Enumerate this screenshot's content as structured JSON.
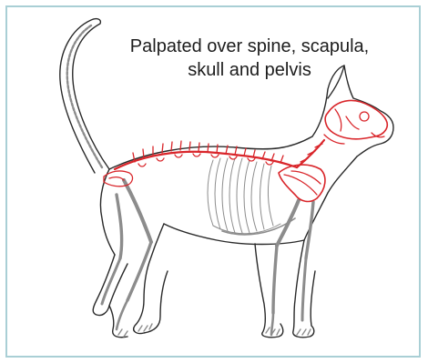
{
  "figure": {
    "caption_lines": [
      "Palpated over spine, scapula,",
      "skull and pelvis"
    ],
    "colors": {
      "frame": "#a9cfd5",
      "outline": "#2a2a2a",
      "skeleton": "#8c8c8c",
      "highlight": "#d9252a"
    },
    "highlighted_regions": [
      "spine",
      "scapula",
      "skull",
      "pelvis"
    ]
  }
}
